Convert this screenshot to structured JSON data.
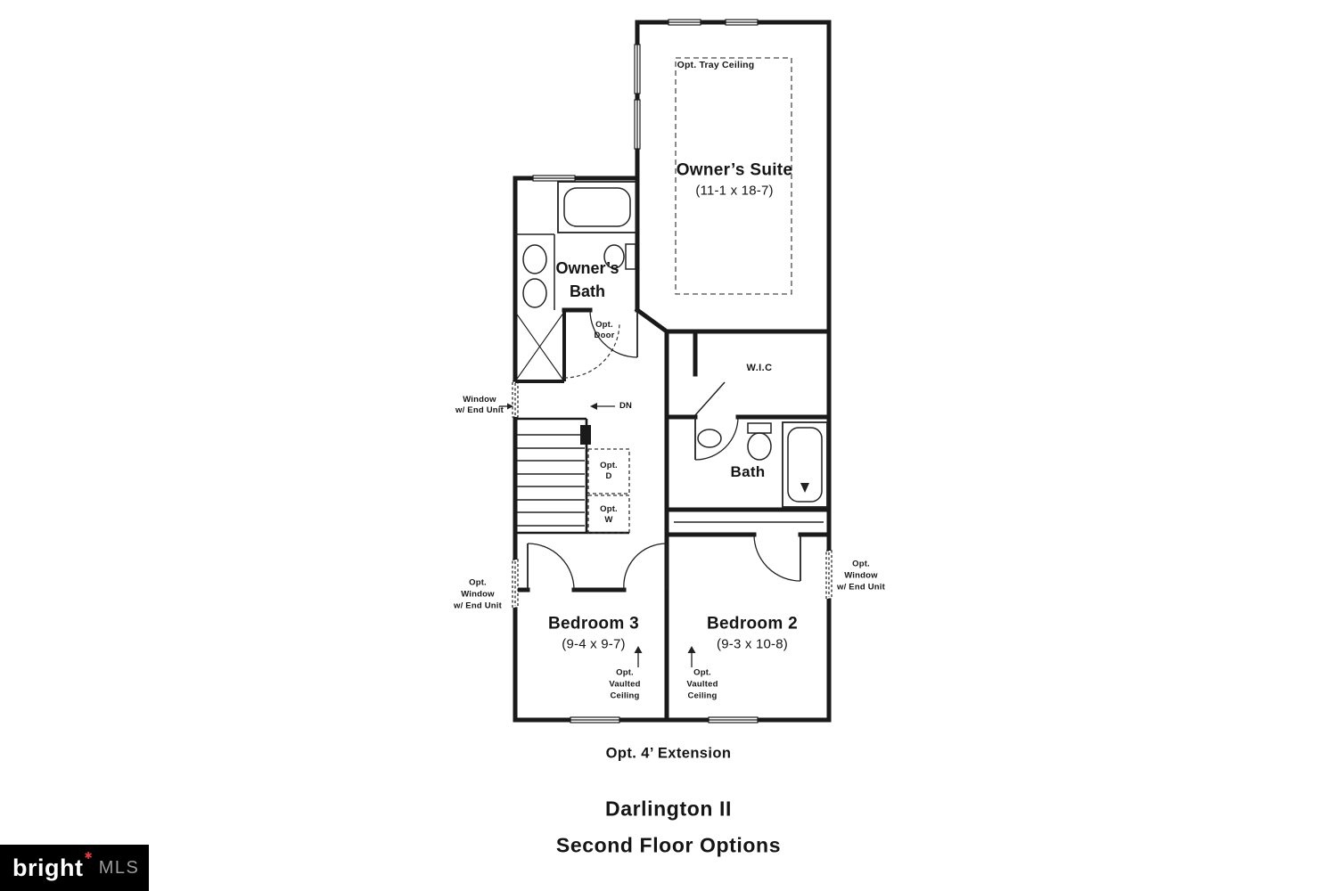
{
  "floorplan": {
    "rooms": {
      "owners_suite": {
        "name": "Owner’s Suite",
        "dims": "(11-1 x 18-7)"
      },
      "owners_bath": {
        "name": "Owner’s\nBath"
      },
      "wic": {
        "name": "W.I.C"
      },
      "bath": {
        "name": "Bath"
      },
      "bedroom3": {
        "name": "Bedroom 3",
        "dims": "(9-4 x 9-7)"
      },
      "bedroom2": {
        "name": "Bedroom 2",
        "dims": "(9-3 x 10-8)"
      }
    },
    "annotations": {
      "tray_ceiling": "Opt. Tray Ceiling",
      "opt_door": "Opt.\nDoor",
      "stairs_dn": "DN",
      "opt_dryer": "Opt.\nD",
      "opt_washer": "Opt.\nW",
      "window_end_unit": "Window\nw/ End Unit",
      "opt_window_end_unit_left": "Opt.\nWindow\nw/ End Unit",
      "opt_window_end_unit_right": "Opt.\nWindow\nw/ End Unit",
      "vaulted_ceiling_b3": "Opt.\nVaulted\nCeiling",
      "vaulted_ceiling_b2": "Opt.\nVaulted\nCeiling",
      "extension": "Opt. 4’ Extension"
    },
    "title": {
      "line1": "Darlington II",
      "line2": "Second Floor Options"
    }
  },
  "watermark": {
    "brand": "bright",
    "mark": "✱",
    "suffix": "MLS"
  },
  "colors": {
    "wall": "#1a1a1a",
    "accent_red": "#e03a3e",
    "logo_bg": "#000000"
  }
}
